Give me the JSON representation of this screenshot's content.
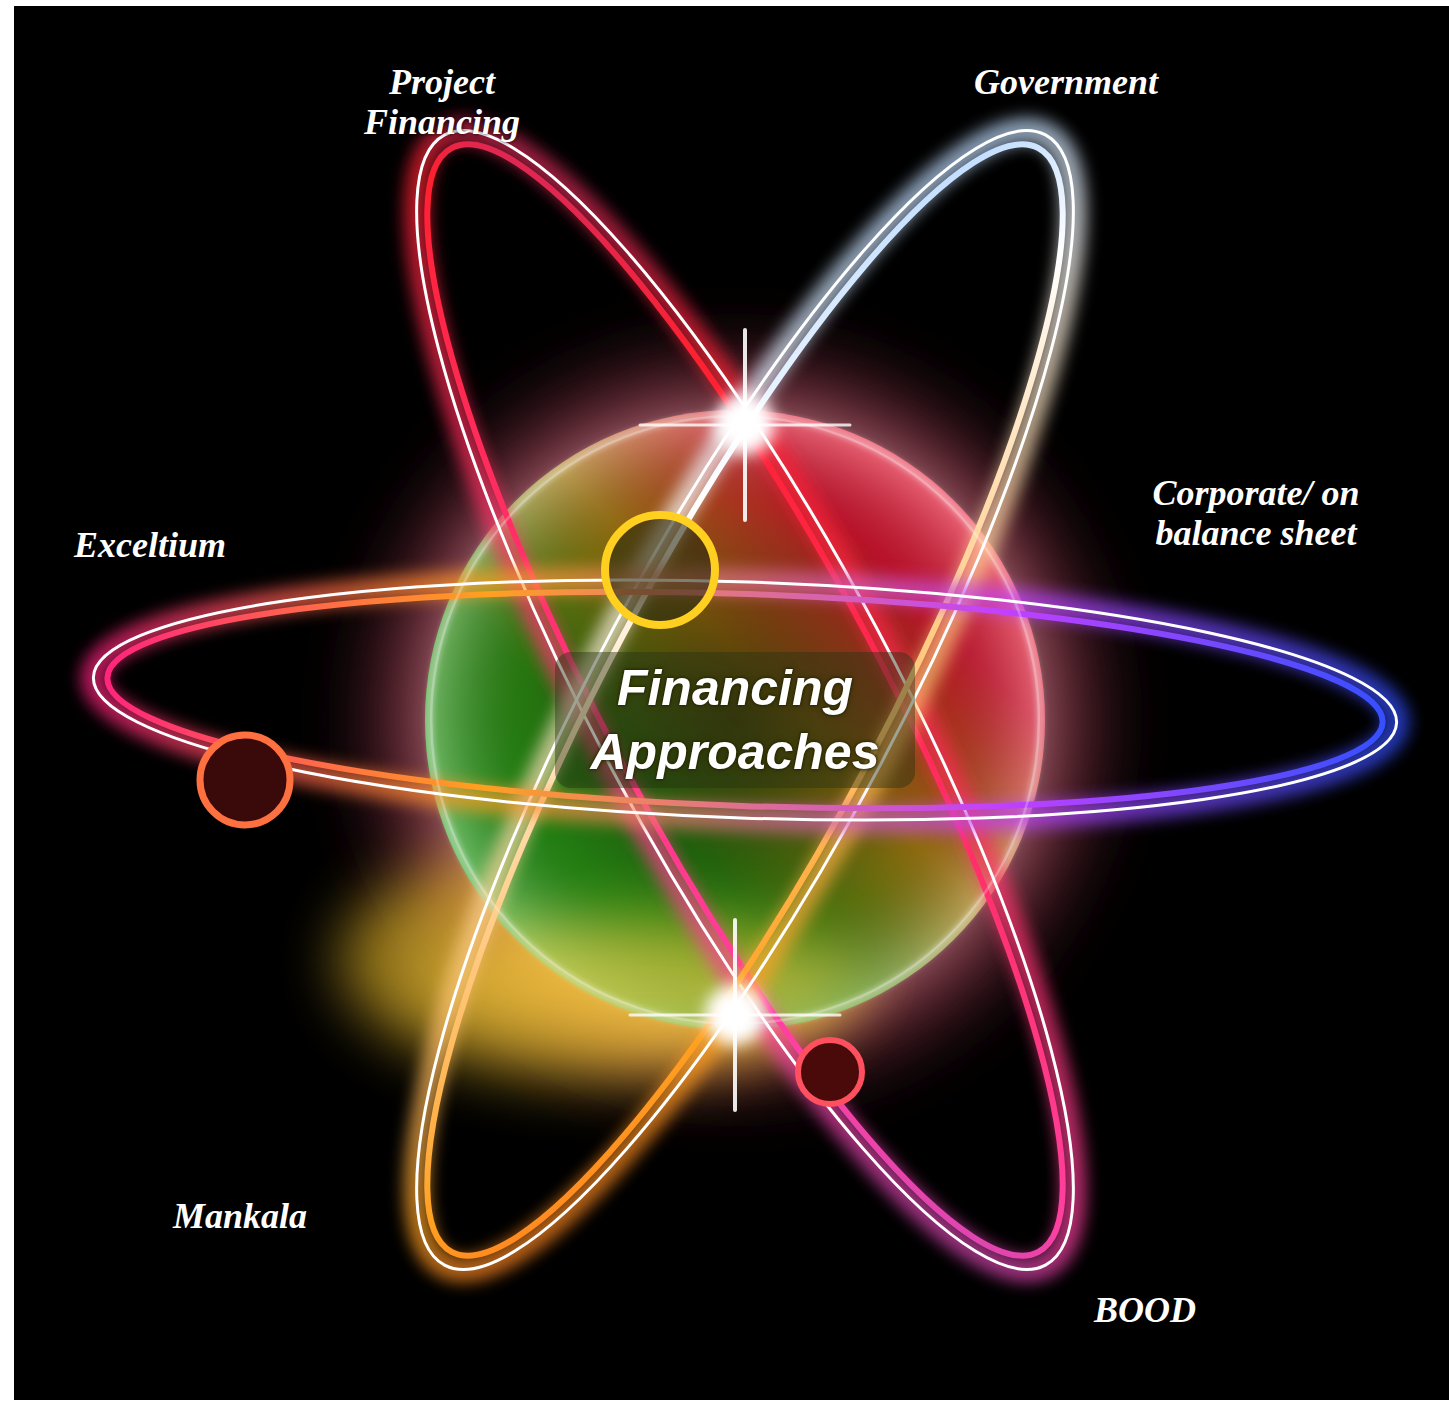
{
  "diagram": {
    "nodes": [
      {
        "text": [
          "Financing Approaches"
        ]
      }
    ],
    "labels": [
      "Project Financing",
      "Government",
      "Corporate/ on balance sheet",
      "Exceltium",
      "Mankala",
      "BOOD"
    ]
  }
}
